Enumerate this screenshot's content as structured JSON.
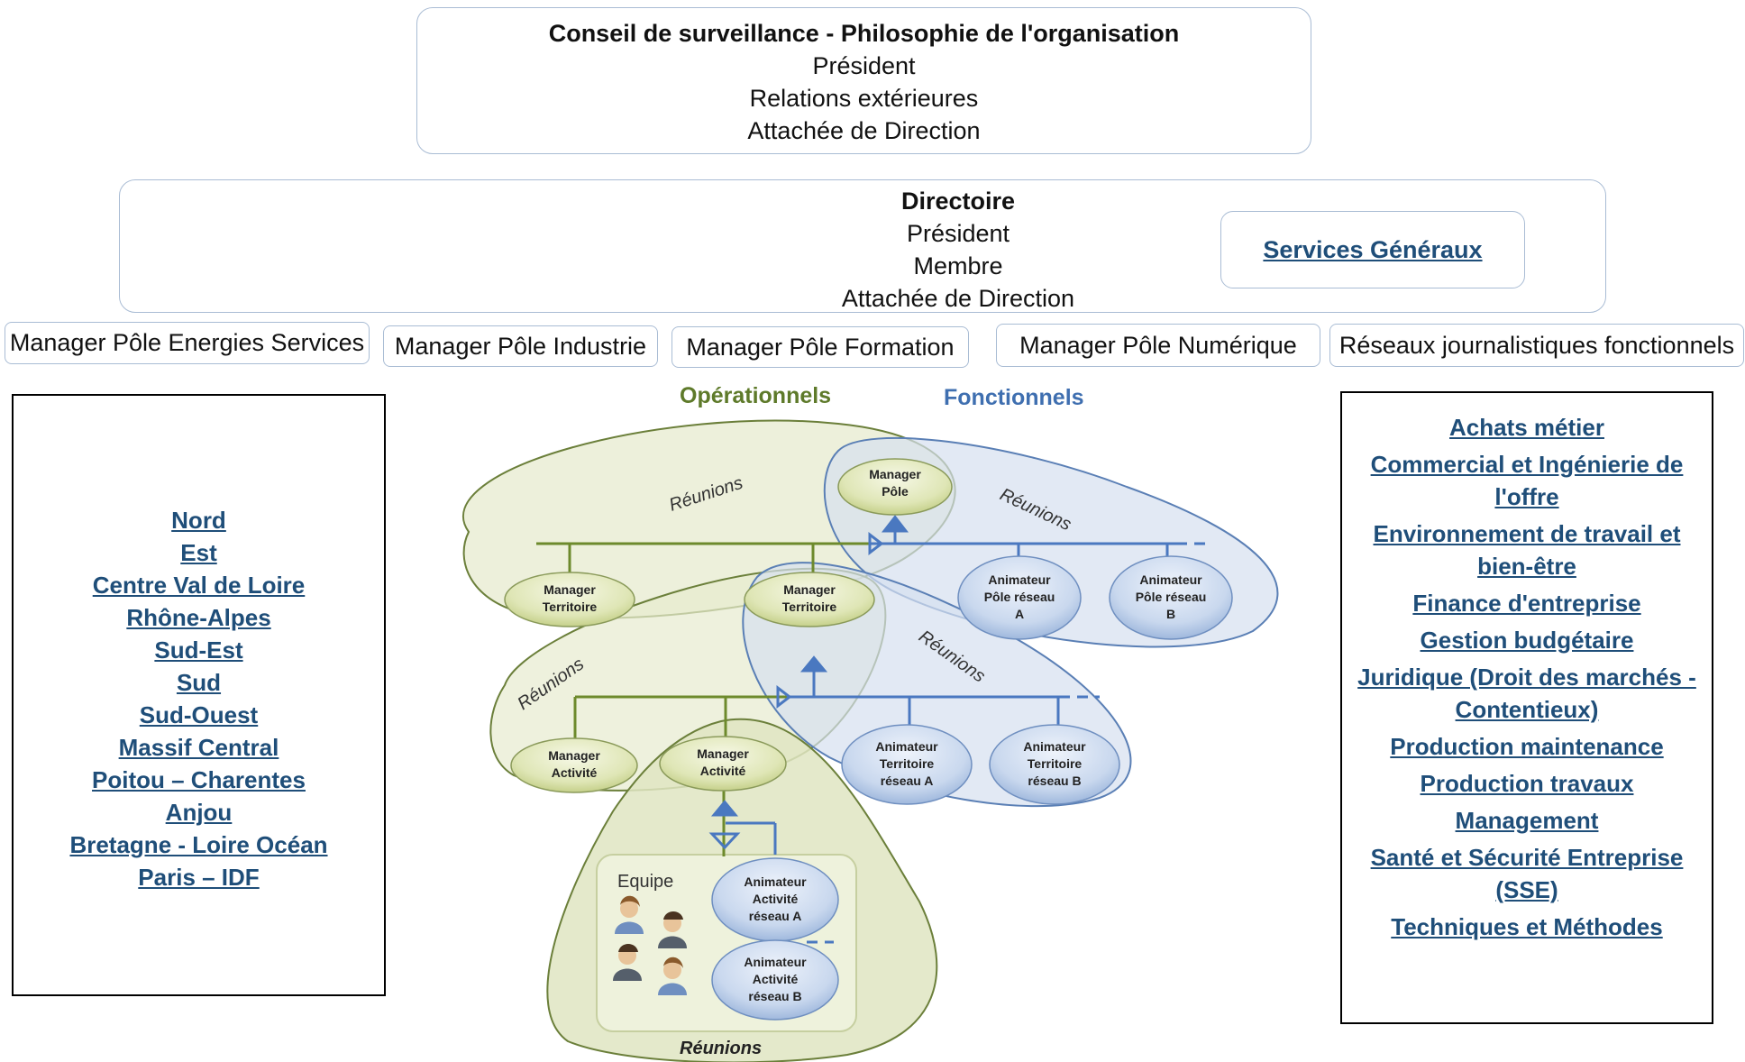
{
  "conseil": {
    "title": "Conseil de surveillance - Philosophie de l'organisation",
    "lines": [
      "Président",
      "Relations extérieures",
      "Attachée de Direction"
    ]
  },
  "directoire": {
    "title": "Directoire",
    "lines": [
      "Président",
      "Membre",
      "Attachée de Direction"
    ],
    "services": "Services Généraux"
  },
  "poles": [
    "Manager Pôle Energies Services",
    "Manager Pôle Industrie",
    "Manager Pôle Formation",
    "Manager Pôle Numérique",
    "Réseaux journalistiques fonctionnels"
  ],
  "regions": [
    "Nord",
    "Est",
    "Centre Val de Loire",
    "Rhône-Alpes",
    "Sud-Est",
    "Sud",
    "Sud-Ouest",
    "Massif Central",
    "Poitou – Charentes",
    "Anjou",
    "Bretagne - Loire Océan",
    "Paris – IDF"
  ],
  "functions": [
    "Achats métier",
    "Commercial et Ingénierie de l'offre",
    "Environnement de travail et bien-être",
    "Finance d'entreprise",
    "Gestion budgétaire",
    "Juridique (Droit des marchés - Contentieux)",
    "Production maintenance",
    "Production travaux",
    "Management",
    "Santé et Sécurité Entreprise (SSE)",
    "Techniques et Méthodes"
  ],
  "diagram": {
    "legend_operational": "Opérationnels",
    "legend_functional": "Fonctionnels",
    "meetings": "Réunions",
    "team": "Equipe",
    "nodes": {
      "manager_pole": [
        "Manager",
        "Pôle"
      ],
      "manager_territoire": [
        "Manager",
        "Territoire"
      ],
      "manager_activite": [
        "Manager",
        "Activité"
      ],
      "anim_pole_a": [
        "Animateur",
        "Pôle réseau",
        "A"
      ],
      "anim_pole_b": [
        "Animateur",
        "Pôle réseau",
        "B"
      ],
      "anim_terr_a": [
        "Animateur",
        "Territoire",
        "réseau A"
      ],
      "anim_terr_b": [
        "Animateur",
        "Territoire",
        "réseau B"
      ],
      "anim_act_a": [
        "Animateur",
        "Activité",
        "réseau A"
      ],
      "anim_act_b": [
        "Animateur",
        "Activité",
        "réseau B"
      ]
    }
  },
  "colors": {
    "title_blue": "#1f4e79",
    "operational_green": "#5e7a2a",
    "functional_blue": "#3f6fb0"
  }
}
